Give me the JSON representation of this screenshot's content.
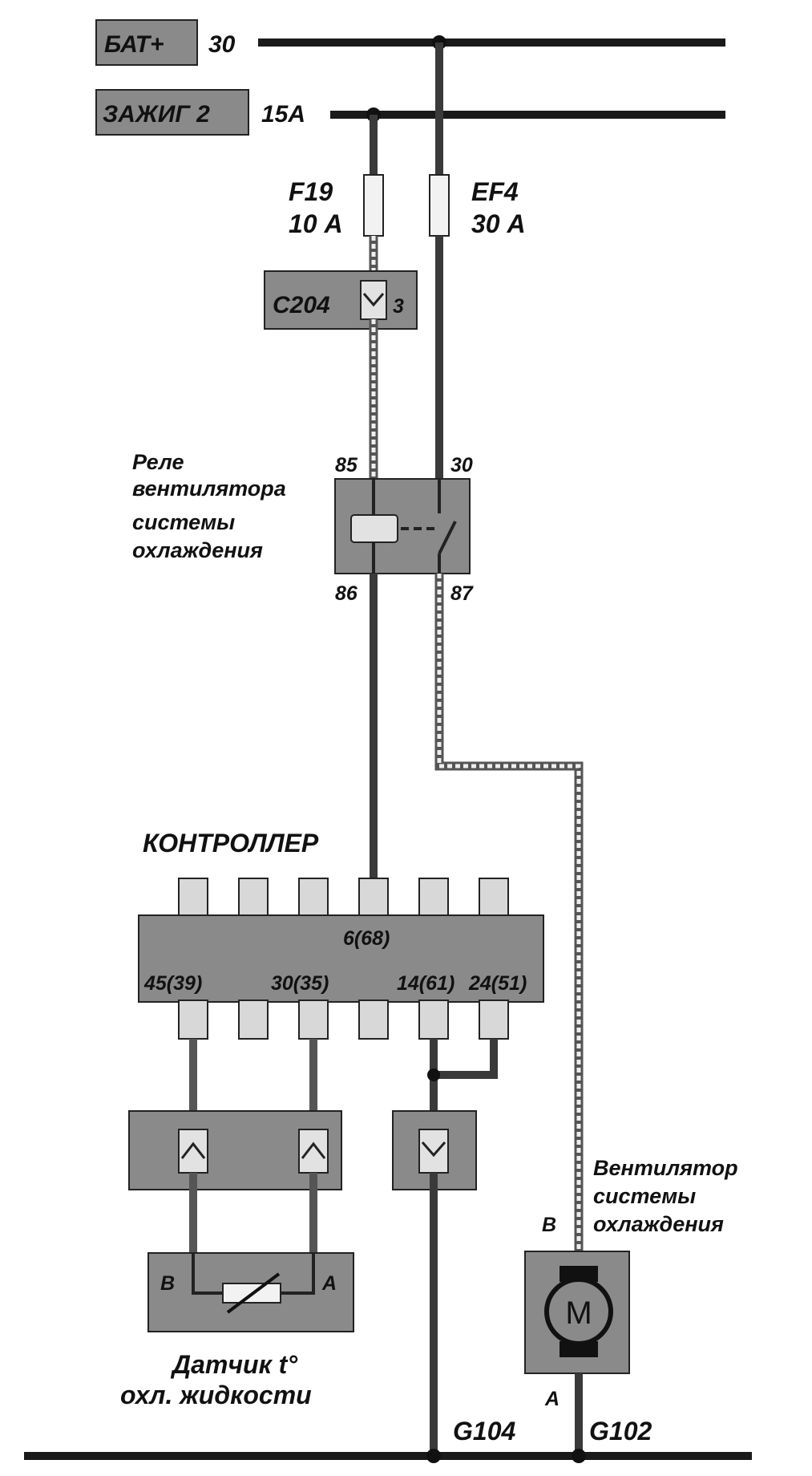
{
  "power": {
    "bat_label": "БАТ+",
    "bat_terminal": "30",
    "ign_label": "ЗАЖИГ 2",
    "ign_terminal": "15А"
  },
  "fuses": {
    "f19_name": "F19",
    "f19_rating": "10 А",
    "ef4_name": "EF4",
    "ef4_rating": "30 А"
  },
  "connector_c204": {
    "name": "С204",
    "pin": "3"
  },
  "relay": {
    "title_line1": "Реле",
    "title_line2": "вентилятора",
    "title_line3": "системы",
    "title_line4": "охлаждения",
    "pin_85": "85",
    "pin_30": "30",
    "pin_86": "86",
    "pin_87": "87"
  },
  "controller": {
    "title": "КОНТРОЛЛЕР",
    "pin_top": "6(68)",
    "pin_a": "45(39)",
    "pin_b": "30(35)",
    "pin_c": "14(61)",
    "pin_d": "24(51)"
  },
  "sensor": {
    "title_line1": "Датчик t°",
    "title_line2": "охл. жидкости",
    "pin_b": "В",
    "pin_a": "А"
  },
  "fan": {
    "title_line1": "Вентилятор",
    "title_line2": "системы",
    "title_line3": "охлаждения",
    "pin_b": "В",
    "pin_a": "А",
    "motor_symbol": "M"
  },
  "grounds": {
    "g104": "G104",
    "g102": "G102"
  }
}
